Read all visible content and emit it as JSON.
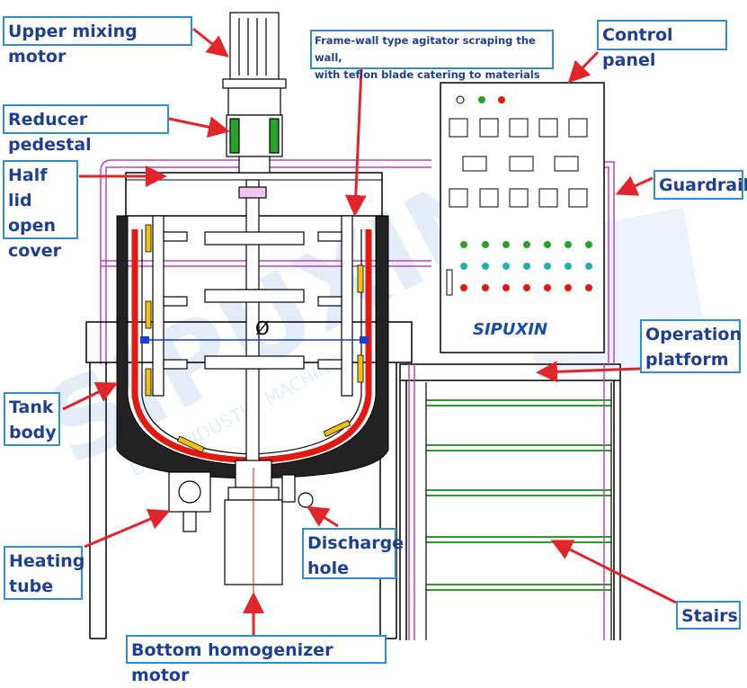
{
  "labels": {
    "upper_mixing_motor": "Upper mixing motor",
    "reducer_pedestal": "Reducer pedestal",
    "half_lid": "Half lid\nopen\ncover",
    "frame_agitator": "Frame-wall type agitator scraping the wall,\nwith teflon blade catering to materials",
    "control_panel": "Control panel",
    "guardrail": "Guardrail",
    "operation_platform": "Operation\nplatform",
    "tank_body": "Tank\nbody",
    "heating_tube": "Heating\ntube",
    "discharge_hole": "Discharge\nhole",
    "stairs": "Stairs",
    "bottom_homogenizer_motor": "Bottom homogenizer motor"
  },
  "drawing": {
    "brand_logo": "SIPUXIN",
    "watermark_text": "SIPUXIN",
    "watermark_sub": "DAILY INDUSTRY MACHINERY",
    "diameter_symbol": "Ø"
  },
  "colors": {
    "callout_border": "#2f8fd0",
    "callout_text": "#1f3f92",
    "arrow": "#e0262a",
    "outline": "#000000",
    "guardrail": "#c040c0",
    "heating_jacket": "#e01a10",
    "stair_rungs": "#2ca02c",
    "watermark": "#cfe0f2"
  }
}
